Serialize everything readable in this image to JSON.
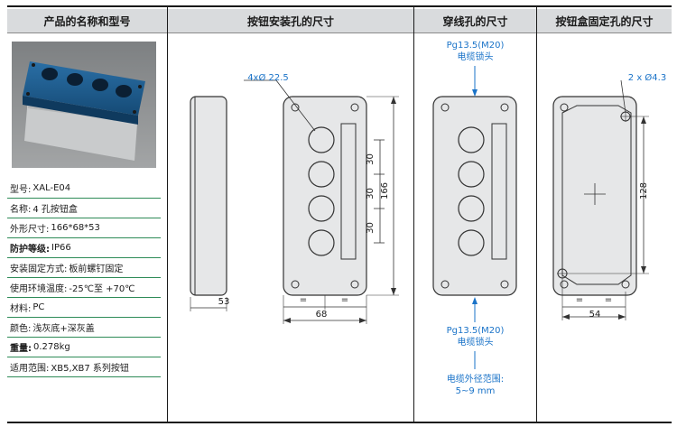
{
  "headers": {
    "product": "产品的名称和型号",
    "mounting_holes": "按钮安装孔的尺寸",
    "cable_holes": "穿线孔的尺寸",
    "fixing_holes": "按钮盒固定孔的尺寸"
  },
  "specs": [
    {
      "key": "型号:",
      "value": "XAL-E04"
    },
    {
      "key": "名称:",
      "value": "4 孔按钮盒"
    },
    {
      "key": "外形尺寸:",
      "value": "166*68*53"
    },
    {
      "key": "防护等级:",
      "value": "IP66"
    },
    {
      "key": "安装固定方式:",
      "value": "板前螺钉固定"
    },
    {
      "key": "使用环境温度:",
      "value": "-25℃至 +70℃"
    },
    {
      "key": "材料:",
      "value": "PC"
    },
    {
      "key": "颜色:",
      "value": "浅灰底+深灰盖"
    },
    {
      "key": "重量:",
      "value": "0.278kg"
    },
    {
      "key": "适用范围:",
      "value": "XB5,XB7 系列按钮"
    }
  ],
  "mounting": {
    "hole_label": "4xØ 22.5",
    "pitch1": "30",
    "pitch2": "30",
    "pitch3": "30",
    "height": "166",
    "side_width": "53",
    "front_width": "68",
    "eq": "="
  },
  "cable": {
    "top_label1": "Pg13.5(M20)",
    "top_label2": "电缆锁头",
    "bottom_label1": "Pg13.5(M20)",
    "bottom_label2": "电缆锁头",
    "range_label1": "电缆外径范围:",
    "range_label2": "5~9 mm"
  },
  "fixing": {
    "hole_label": "2 x Ø4.3",
    "height": "128",
    "width": "54",
    "eq": "="
  },
  "colors": {
    "header_bg": "#d9dbdd",
    "spec_line": "#2e8b57",
    "callout_blue": "#1a73c8",
    "drawing_fill": "#e6e7e8",
    "box_blue": "#1d5a8c"
  }
}
